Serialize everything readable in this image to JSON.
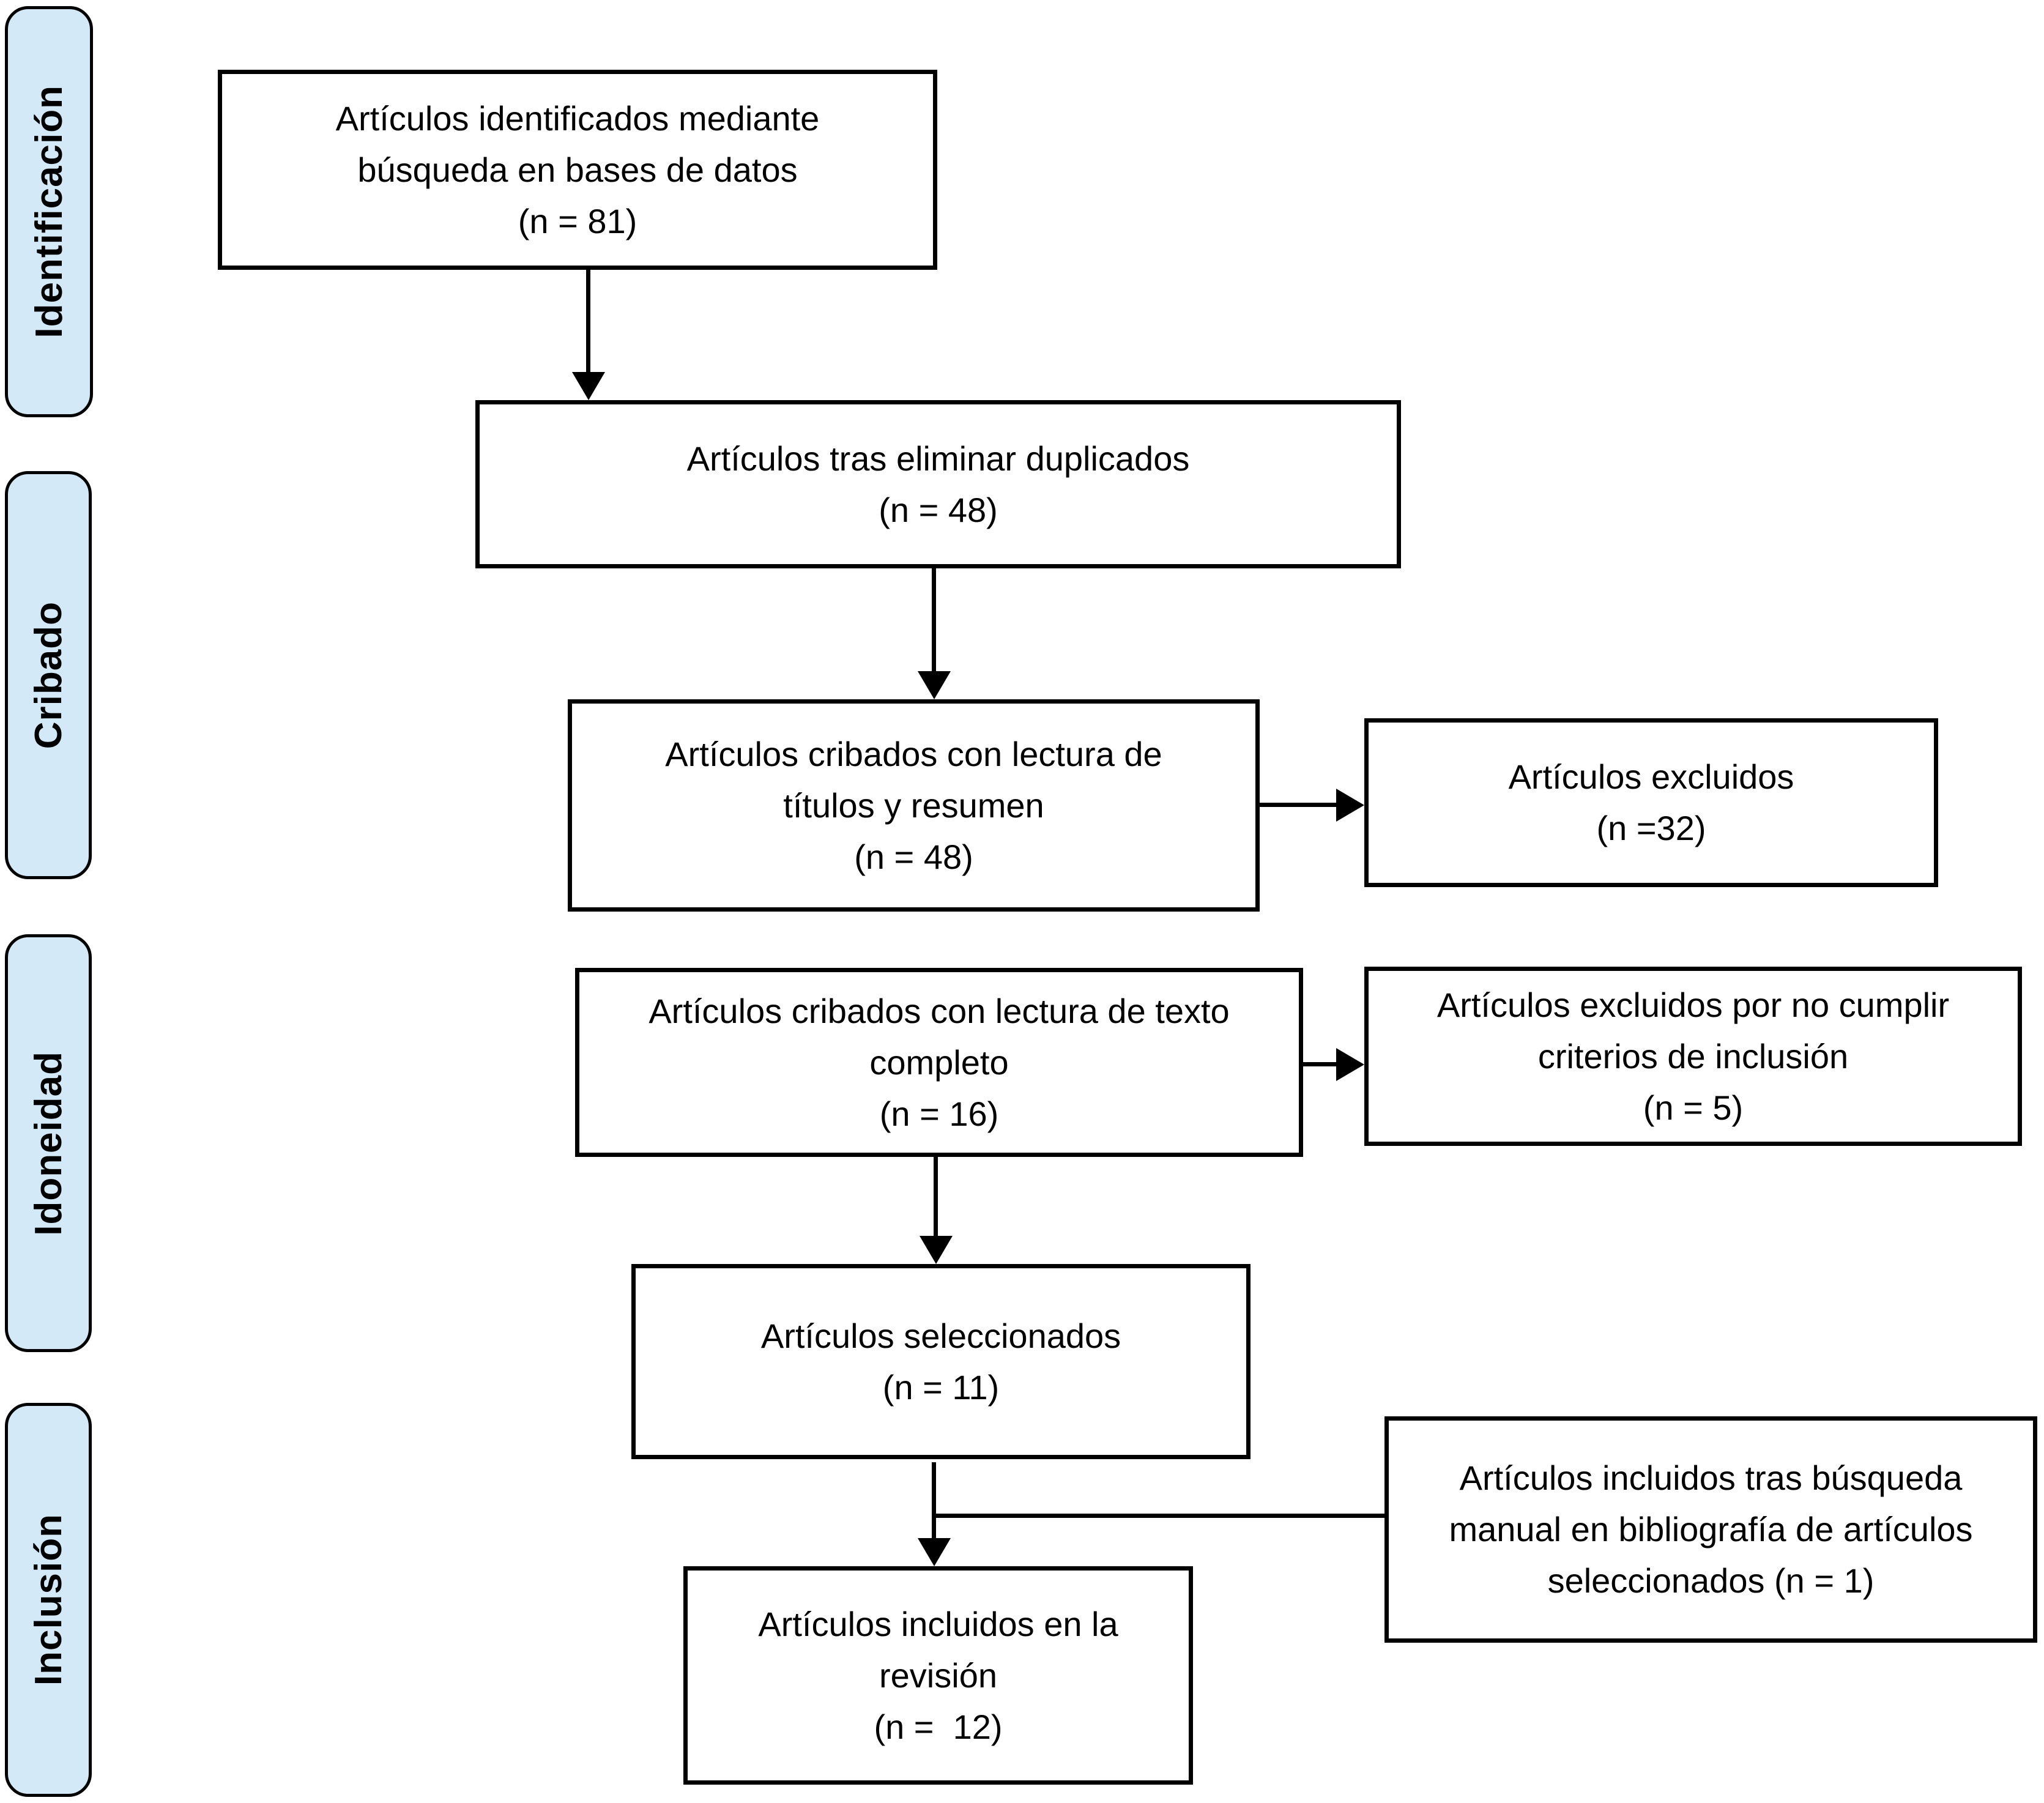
{
  "title": "PRISMA flow diagram (Spanish)",
  "colors": {
    "stage_fill": "#d3e9f8",
    "stroke": "#000000",
    "box_fill": "#ffffff"
  },
  "stages": {
    "identificacion": {
      "label": "Identificación"
    },
    "cribado": {
      "label": "Cribado"
    },
    "idoneidad": {
      "label": "Idoneidad"
    },
    "inclusion": {
      "label": "Inclusión"
    }
  },
  "boxes": {
    "identified": {
      "text": "Artículos identificados mediante\nbúsqueda en bases de datos\n(n = 81)"
    },
    "dedup": {
      "text": "Artículos tras eliminar duplicados\n(n = 48)"
    },
    "screen_title_abstract": {
      "text": "Artículos cribados con lectura de\ntítulos y resumen\n(n = 48)"
    },
    "excluded_title_abstract": {
      "text": "Artículos excluidos\n(n =32)"
    },
    "screen_fulltext": {
      "text": "Artículos cribados con lectura de texto\ncompleto\n(n = 16)"
    },
    "excluded_fulltext": {
      "text": "Artículos excluidos por no cumplir\ncriterios de inclusión\n(n = 5)"
    },
    "selected": {
      "text": "Artículos seleccionados\n(n = 11)"
    },
    "manual_search": {
      "text": "Artículos incluidos tras búsqueda\nmanual en bibliografía de artículos\nseleccionados (n = 1)"
    },
    "included_review": {
      "text": "Artículos incluidos en la\nrevisión\n(n =  12)"
    }
  }
}
